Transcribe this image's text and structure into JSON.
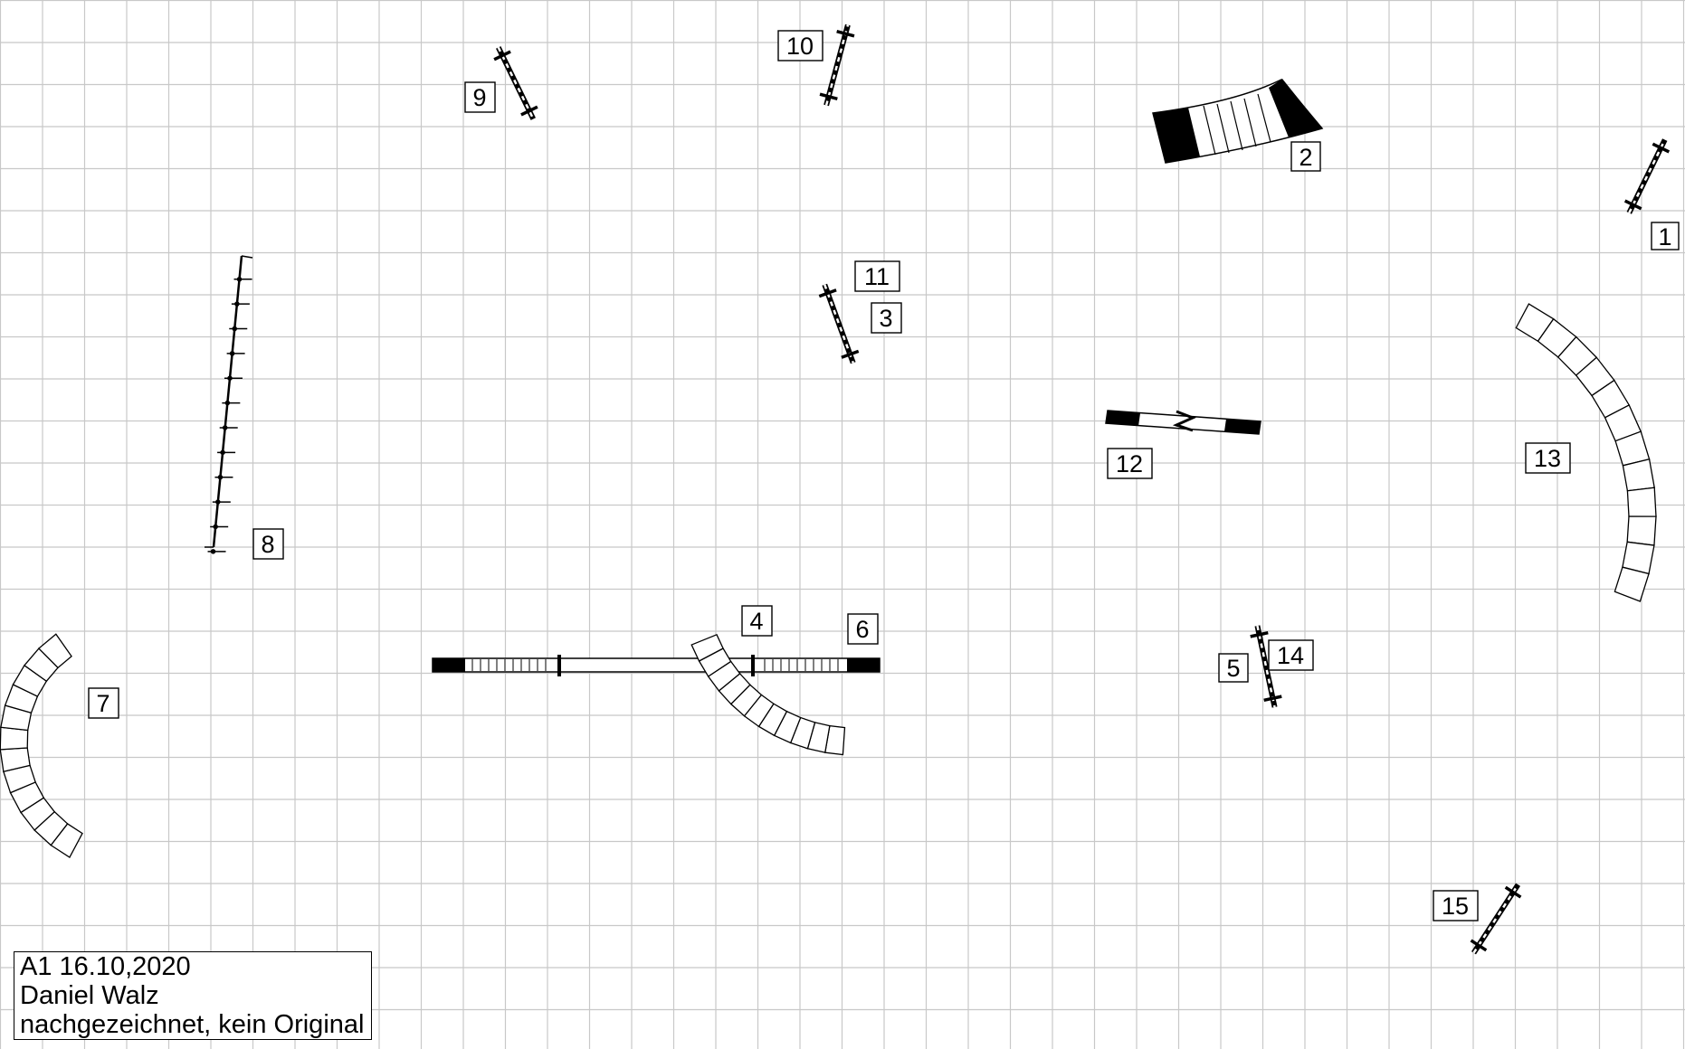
{
  "course": {
    "grid": {
      "visible": true,
      "cell_m": 1
    },
    "colors": {
      "grid": "#c8c8c8",
      "ink": "#000000",
      "paper": "#ffffff"
    },
    "obstacles": [
      {
        "type": "jump",
        "icon": "hurdle-icon",
        "numbers": [
          "1"
        ]
      },
      {
        "type": "tyre",
        "icon": "tyre-icon",
        "numbers": [
          "2"
        ]
      },
      {
        "type": "jump",
        "icon": "hurdle-icon",
        "numbers": [
          "3",
          "11"
        ]
      },
      {
        "type": "tunnel",
        "icon": "curved-tunnel-icon",
        "numbers": [
          "4"
        ]
      },
      {
        "type": "jump",
        "icon": "hurdle-icon",
        "numbers": [
          "5",
          "14"
        ]
      },
      {
        "type": "dog-walk",
        "icon": "dog-walk-icon",
        "numbers": [
          "6"
        ]
      },
      {
        "type": "tunnel",
        "icon": "curved-tunnel-icon",
        "numbers": [
          "7"
        ]
      },
      {
        "type": "weave-poles",
        "icon": "weave-poles-icon",
        "numbers": [
          "8"
        ]
      },
      {
        "type": "jump",
        "icon": "hurdle-icon",
        "numbers": [
          "9"
        ]
      },
      {
        "type": "jump",
        "icon": "hurdle-icon",
        "numbers": [
          "10"
        ]
      },
      {
        "type": "long-jump",
        "icon": "long-jump-icon",
        "numbers": [
          "12"
        ]
      },
      {
        "type": "tunnel",
        "icon": "curved-tunnel-icon",
        "numbers": [
          "13"
        ]
      },
      {
        "type": "jump",
        "icon": "hurdle-icon",
        "numbers": [
          "15"
        ]
      }
    ],
    "labels": {
      "n1": "1",
      "n2": "2",
      "n3": "3",
      "n4": "4",
      "n5": "5",
      "n6": "6",
      "n7": "7",
      "n8": "8",
      "n9": "9",
      "n10": "10",
      "n11": "11",
      "n12": "12",
      "n13": "13",
      "n14": "14",
      "n15": "15"
    }
  },
  "info": {
    "line1": "A1 16.10,2020",
    "line2": "Daniel Walz",
    "line3": "nachgezeichnet, kein Original"
  }
}
